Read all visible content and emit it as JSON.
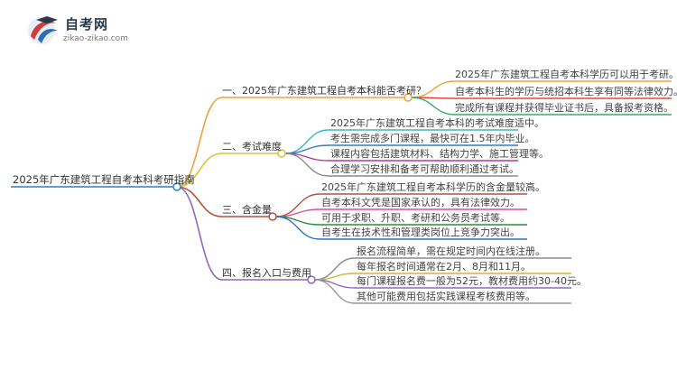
{
  "logo": {
    "name": "自考网",
    "url": "zikao-zikao.com"
  },
  "root": "2025年广东建筑工程自考本科考研指南",
  "branches": [
    {
      "label": "一、2025年广东建筑工程自考本科能否考研？",
      "color": "#f0a23a",
      "children": [
        {
          "text": "2025年广东建筑工程自考本科学历可以用于考研。",
          "color": "#f0a23a"
        },
        {
          "text": "自考本科生的学历与统招本科生享有同等法律效力。",
          "color": "#e2483a"
        },
        {
          "text": "完成所有课程并获得毕业证书后，具备报考资格。",
          "color": "#3aa86b"
        }
      ]
    },
    {
      "label": "二、考试难度",
      "color": "#d7c53a",
      "children": [
        {
          "text": "2025年广东建筑工程自考本科的考试难度适中。",
          "color": "#3bb6c4"
        },
        {
          "text": "考生需完成多门课程，最快可在1.5年内毕业。",
          "color": "#2f7fc6"
        },
        {
          "text": "课程内容包括建筑材料、结构力学、施工管理等。",
          "color": "#b23a9a"
        },
        {
          "text": "合理学习安排和备考可帮助顺利通过考试。",
          "color": "#8a8a8a"
        }
      ]
    },
    {
      "label": "三、含金量",
      "color": "#b5523a",
      "children": [
        {
          "text": "2025年广东建筑工程自考本科学历的含金量较高。",
          "color": "#b5523a"
        },
        {
          "text": "自考本科文凭是国家承认的，具有法律效力。",
          "color": "#e04a9a"
        },
        {
          "text": "可用于求职、升职、考研和公务员考试等。",
          "color": "#2f8a3a"
        },
        {
          "text": "自考生在技术性和管理类岗位上竞争力突出。",
          "color": "#2f6fc6"
        }
      ]
    },
    {
      "label": "四、报名入口与费用",
      "color": "#8a6bc0",
      "children": [
        {
          "text": "报名流程简单，需在规定时间内在线注册。",
          "color": "#8a8a8a"
        },
        {
          "text": "每年报名时间通常在2月、8月和11月。",
          "color": "#c8b83a"
        },
        {
          "text": "每门课程报名费一般为52元，教材费用约30-40元。",
          "color": "#8a6bc0"
        },
        {
          "text": "其他可能费用包括实践课程考核费用等。",
          "color": "#9a9a9a"
        }
      ]
    }
  ]
}
